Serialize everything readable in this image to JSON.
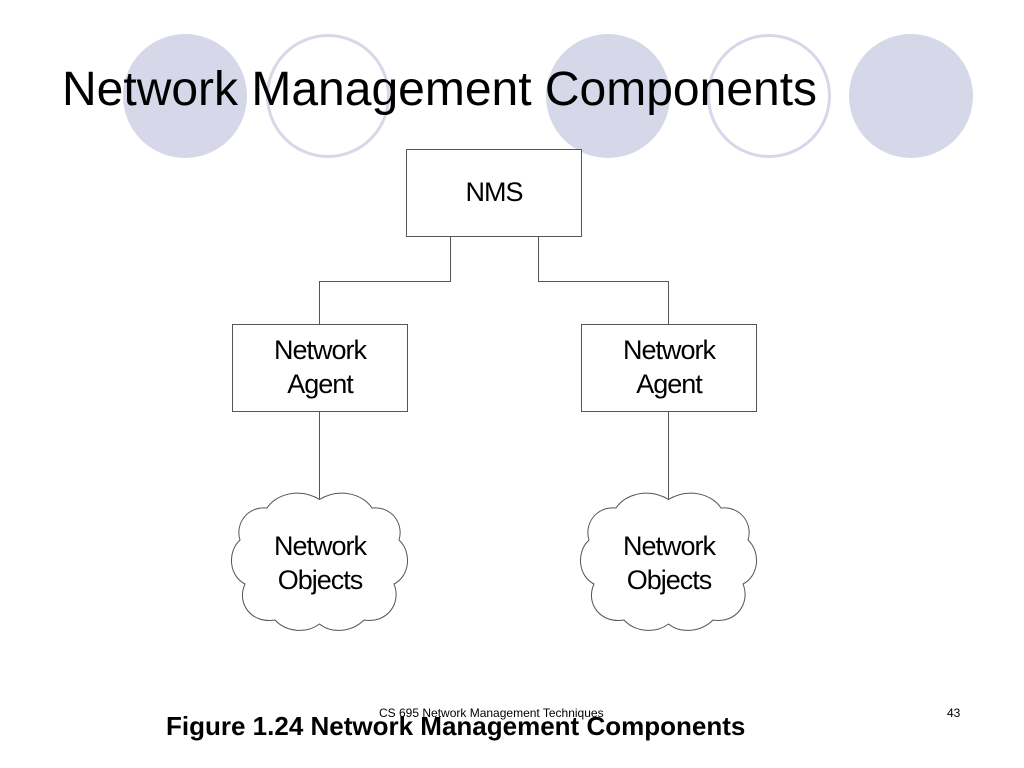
{
  "slide": {
    "title": "Network Management Components",
    "caption": "Figure 1.24 Network Management Components",
    "footer": "CS 695 Network Management Techniques",
    "page_number": "43"
  },
  "diagram": {
    "nms": {
      "label": "NMS"
    },
    "agents": [
      {
        "line1": "Network",
        "line2": "Agent"
      },
      {
        "line1": "Network",
        "line2": "Agent"
      }
    ],
    "objects": [
      {
        "line1": "Network",
        "line2": "Objects"
      },
      {
        "line1": "Network",
        "line2": "Objects"
      }
    ]
  },
  "colors": {
    "decoration": "#d7d7ea",
    "lines": "#555555"
  }
}
